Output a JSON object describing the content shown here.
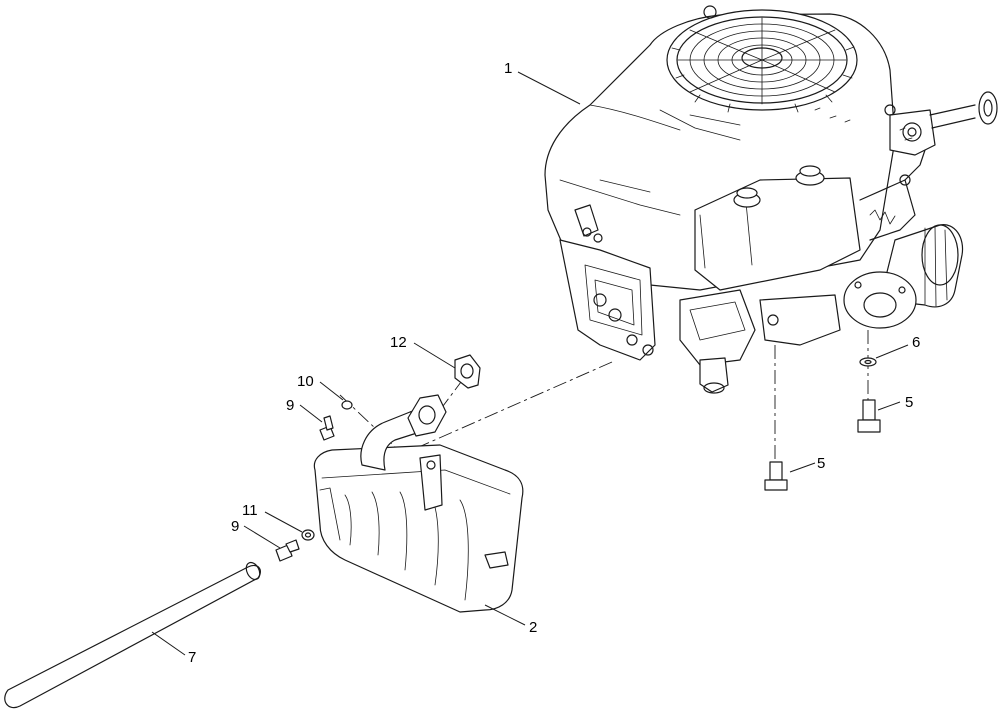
{
  "callouts": {
    "c1": "1",
    "c2": "2",
    "c5a": "5",
    "c5b": "5",
    "c6": "6",
    "c7": "7",
    "c9a": "9",
    "c9b": "9",
    "c10": "10",
    "c11": "11",
    "c12": "12"
  },
  "colors": {
    "line": "#1a1a1a",
    "background": "#ffffff"
  }
}
